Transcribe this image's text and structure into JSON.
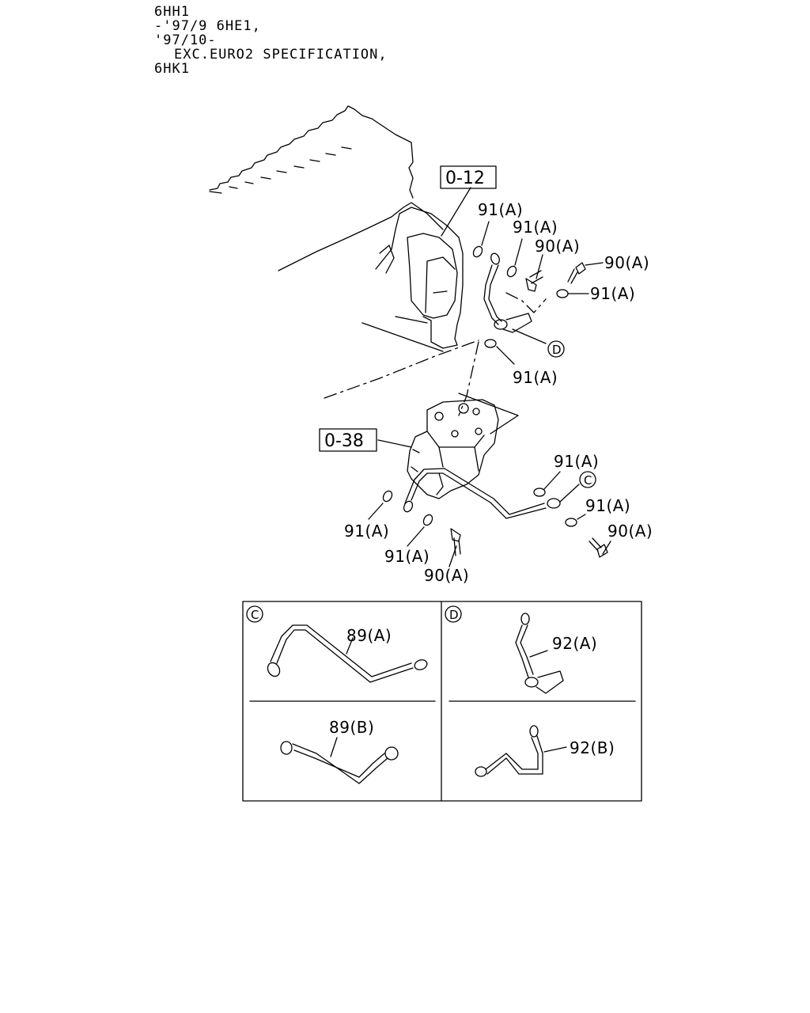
{
  "header": {
    "line1": "6HH1",
    "line2": "-'97/9 6HE1,",
    "line3": "'97/10-",
    "line4": "EXC.EURO2 SPECIFICATION,",
    "line5": "6HK1"
  },
  "refs": {
    "ref_upper": "0-12",
    "ref_lower": "0-38"
  },
  "callouts": {
    "c1": "91(A)",
    "c2": "91(A)",
    "c3": "90(A)",
    "c4": "90(A)",
    "c5": "91(A)",
    "c6": "91(A)",
    "c7": "91(A)",
    "c8": "91(A)",
    "c9": "90(A)",
    "c10": "91(A)",
    "c11": "91(A)",
    "c12": "90(A)"
  },
  "detail_markers": {
    "D": "D",
    "C": "C"
  },
  "detail_panels": {
    "C": {
      "marker": "C",
      "top_label": "89(A)",
      "bottom_label": "89(B)"
    },
    "D": {
      "marker": "D",
      "top_label": "92(A)",
      "bottom_label": "92(B)"
    }
  }
}
